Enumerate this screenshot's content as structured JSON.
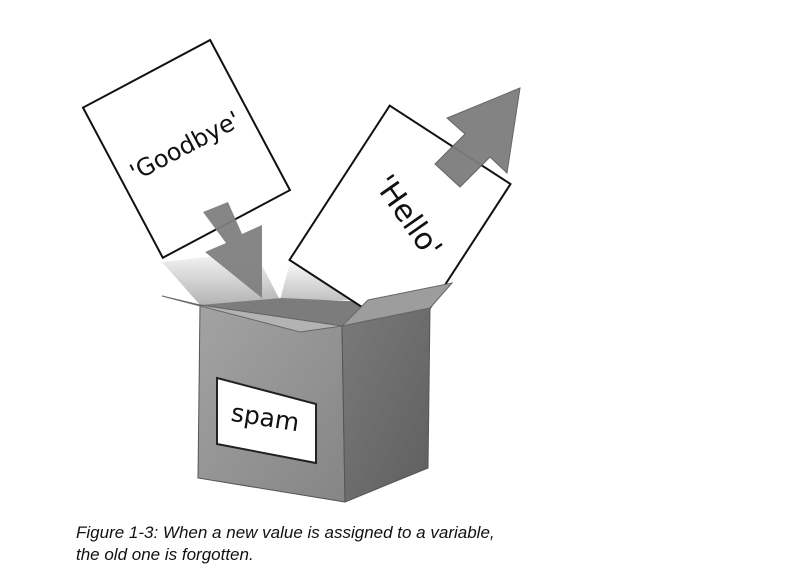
{
  "figure": {
    "old_card_text": "'Goodbye'",
    "new_card_text": "'Hello'",
    "box_label": "spam",
    "colors": {
      "box_front": "#8f8f8f",
      "box_side": "#6e6e6e",
      "arrow": "#7f7f7f",
      "outline": "#111111"
    }
  },
  "caption": {
    "line1": "Figure 1-3: When a new value is assigned to a variable,",
    "line2": "the old one is forgotten."
  }
}
